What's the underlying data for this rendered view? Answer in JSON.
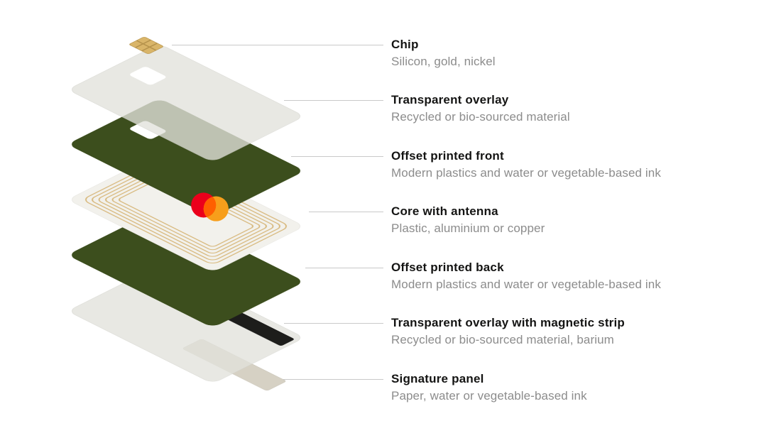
{
  "diagram": {
    "subject": "Payment card exploded layer construction",
    "layers": [
      {
        "id": "chip",
        "title": "Chip",
        "subtitle": "Silicon, gold, nickel"
      },
      {
        "id": "transparent-overlay",
        "title": "Transparent overlay",
        "subtitle": "Recycled or bio-sourced material"
      },
      {
        "id": "offset-printed-front",
        "title": "Offset printed front",
        "subtitle": "Modern plastics and water or vegetable-based ink"
      },
      {
        "id": "core-with-antenna",
        "title": "Core with antenna",
        "subtitle": "Plastic, aluminium or copper"
      },
      {
        "id": "offset-printed-back",
        "title": "Offset printed back",
        "subtitle": "Modern plastics and water or vegetable-based ink"
      },
      {
        "id": "transparent-overlay-magnetic-strip",
        "title": "Transparent overlay with magnetic strip",
        "subtitle": "Recycled or bio-sourced material, barium"
      },
      {
        "id": "signature-panel",
        "title": "Signature panel",
        "subtitle": "Paper, water or vegetable-based ink"
      }
    ],
    "colors": {
      "card_green": "#3C4E1D",
      "overlay_gray": "rgba(226,225,219,0.78)",
      "core_white": "#F2F1EC",
      "coil_gold": "#D8B97E",
      "chip_gold": "#D9B569",
      "chip_line": "#B5924B",
      "strip_black": "#1D1D1B",
      "signature_beige": "#D6D1C4",
      "mc_red": "#EB001B",
      "mc_orange": "#F79E1B",
      "mc_overlap": "#FF5F00",
      "leader_line": "#C9C9C9",
      "title_text": "#141413",
      "subtitle_text": "#8C8C8C"
    }
  }
}
